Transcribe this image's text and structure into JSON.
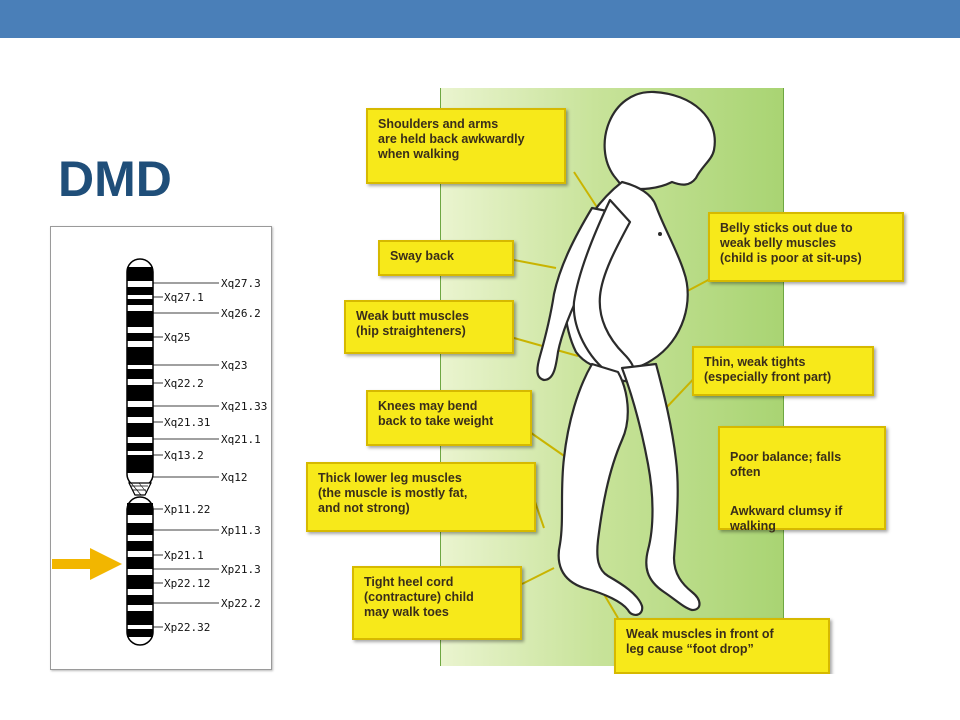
{
  "slide": {
    "title": "DMD",
    "accent_color": "#4a7fb8",
    "title_color": "#1f4e79"
  },
  "chromosome": {
    "name": "X chromosome ideogram",
    "pointer_color": "#f2b600",
    "pointer_target": "Xp21.1",
    "labels_q": [
      "Xq27.3",
      "Xq27.1",
      "Xq26.2",
      "Xq25",
      "Xq23",
      "Xq22.2",
      "Xq21.33",
      "Xq21.31",
      "Xq21.1",
      "Xq13.2",
      "Xq12"
    ],
    "labels_p": [
      "Xp11.22",
      "Xp11.3",
      "Xp21.1",
      "Xp21.3",
      "Xp22.12",
      "Xp22.2",
      "Xp22.32"
    ]
  },
  "figure": {
    "callouts": {
      "shoulders": "Shoulders and arms\nare held back awkwardly\nwhen walking",
      "belly": "Belly sticks out due to\nweak belly muscles\n(child is poor at sit-ups)",
      "sway": "Sway back",
      "butt": "Weak butt muscles\n(hip straighteners)",
      "thighs": "Thin, weak tights\n(especially front part)",
      "knees": "Knees may bend\nback to take weight",
      "balance_1": "Poor balance; falls\noften",
      "balance_2": "Awkward clumsy if\nwalking",
      "calf": "Thick lower leg muscles\n(the muscle is mostly fat,\nand not strong)",
      "heel": "Tight heel cord\n(contracture) child\nmay walk toes",
      "foot": "Weak muscles in front of\nleg cause “foot drop”"
    }
  }
}
